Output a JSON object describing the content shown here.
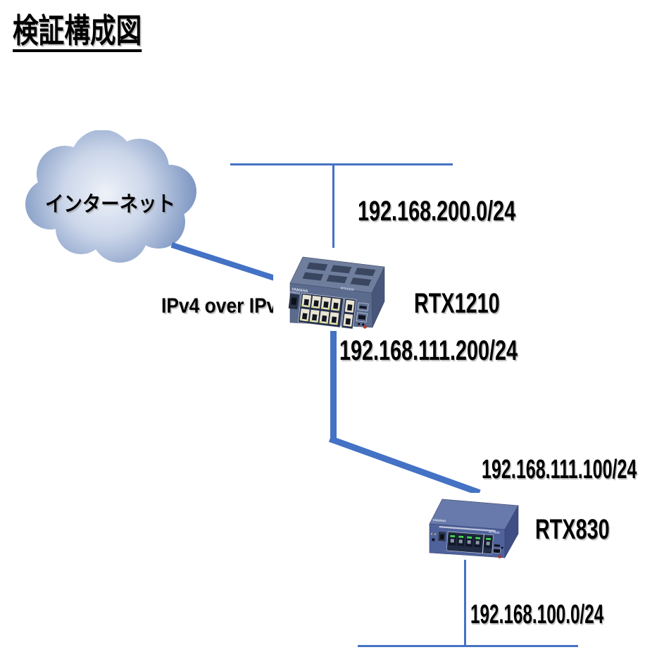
{
  "title": "検証構成図",
  "colors": {
    "line_blue": "#4472C4",
    "text": "#000000",
    "cloud_edge": "#7a93c0",
    "cloud_center": "#edf1f8"
  },
  "cloud": {
    "label": "インターネット"
  },
  "labels": {
    "tunnel": "IPv4 over IPv6",
    "net_top": "192.168.200.0/24",
    "rtx1210_ip": "192.168.111.200/24",
    "rtx830_ip": "192.168.111.100/24",
    "net_bottom": "192.168.100.0/24"
  },
  "devices": {
    "rtx1210": {
      "name": "RTX1210",
      "brand": "YAMAHA",
      "badge": "RTX1210",
      "console_label": "CONSOLE"
    },
    "rtx830": {
      "name": "RTX830",
      "brand": "YAMAHA",
      "badge": "RTX830"
    }
  }
}
